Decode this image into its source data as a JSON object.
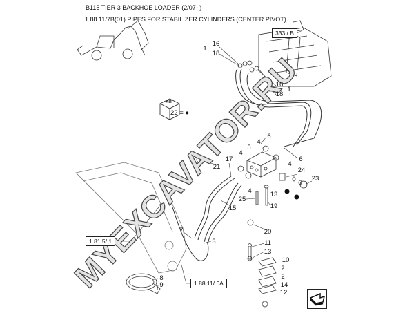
{
  "header": {
    "model": "B115 TIER 3 BACKHOE LOADER (2/07- )",
    "section": "1.88.11/7B(01) PIPES FOR STABILIZER CYLINDERS (CENTER PIVOT)"
  },
  "refs": {
    "top": "333 / B",
    "left": "1.81.5/ 1",
    "bottom": "1.88.11/ 6A"
  },
  "kit": {
    "badge": "KIT",
    "label": "22 = ●"
  },
  "watermark": "MYEXCAVATOR.RU",
  "callouts": [
    "1",
    "16",
    "18",
    "16",
    "1",
    "18",
    "6",
    "6",
    "4",
    "5",
    "4",
    "4",
    "4",
    "24",
    "23",
    "21",
    "17",
    "13",
    "25",
    "19",
    "15",
    "20",
    "7",
    "3",
    "11",
    "13",
    "10",
    "2",
    "2",
    "14",
    "12",
    "8",
    "9"
  ],
  "icons": {
    "nav": "next-page-arrow-icon"
  }
}
